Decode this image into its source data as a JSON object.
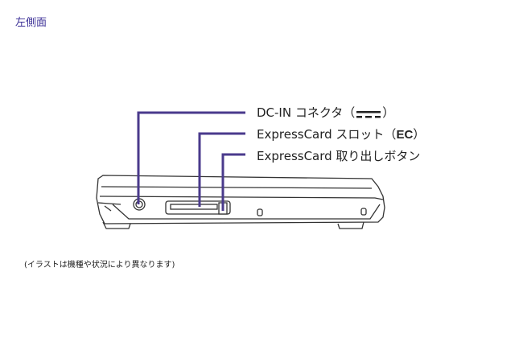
{
  "title": "左側面",
  "labels": {
    "dc_in": "DC-IN コネクタ（",
    "dc_in_close": "）",
    "slot": "ExpressCard スロット（",
    "slot_icon": "EC",
    "slot_close": "）",
    "eject": "ExpressCard 取り出しボタン"
  },
  "note": "(イラストは機種や状況により異なります)",
  "colors": {
    "leader": "#4a3a8c",
    "title": "#3b2f96"
  }
}
